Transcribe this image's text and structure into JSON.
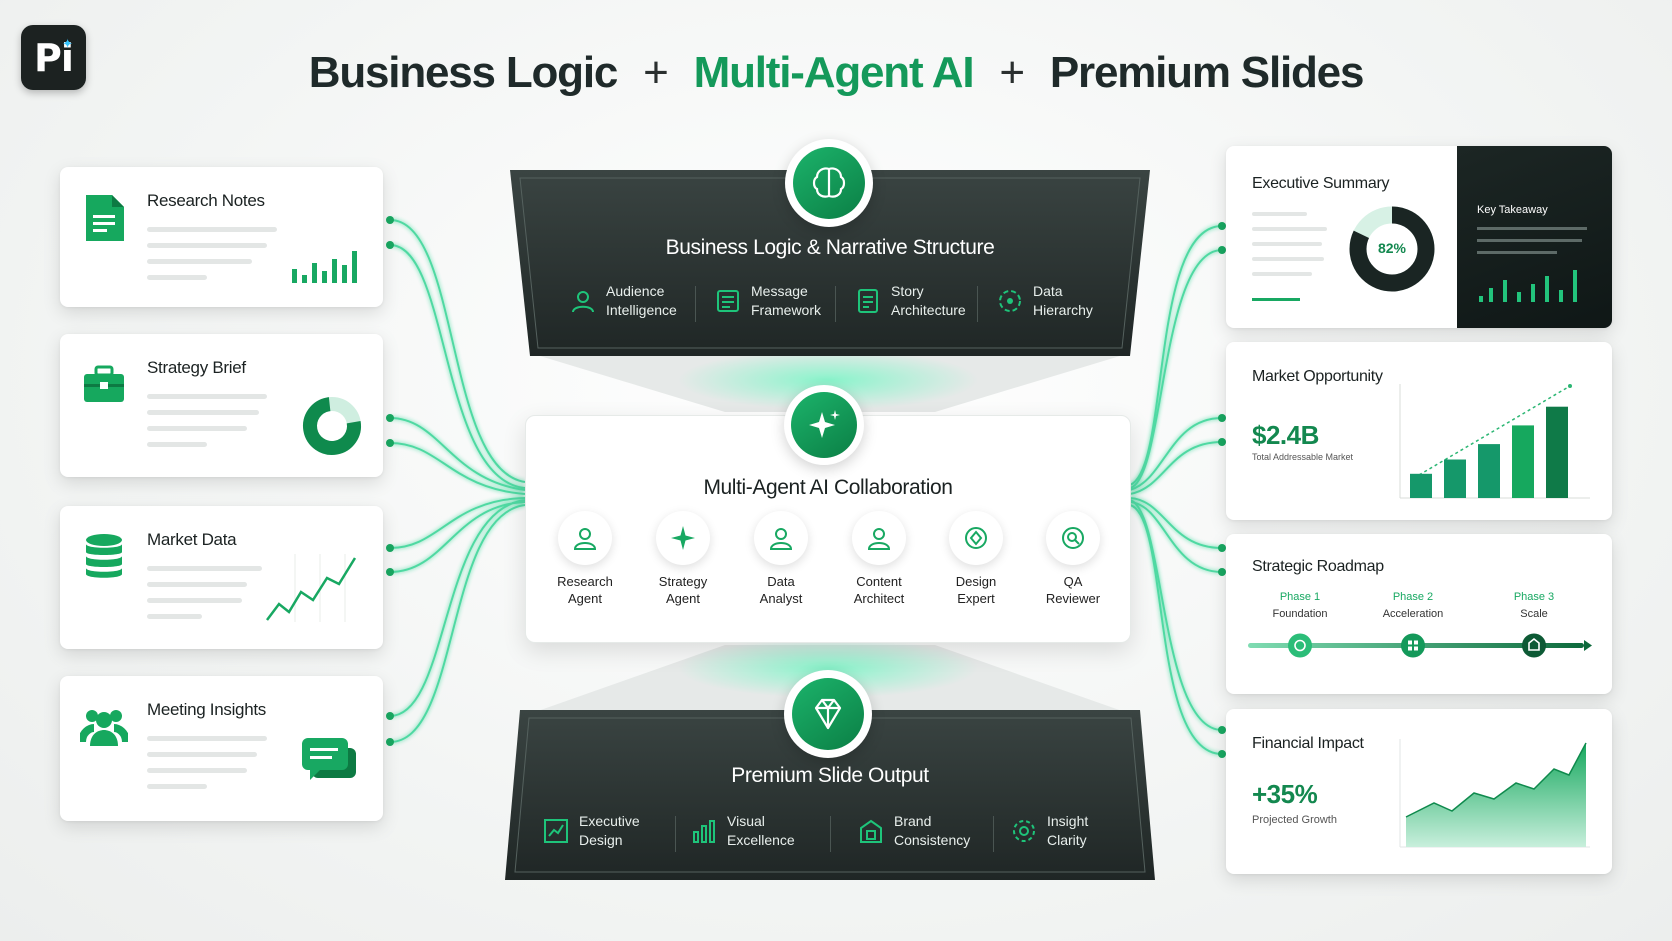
{
  "logo": {
    "text": "Pi"
  },
  "headline": {
    "part1": "Business Logic",
    "plus1": "+",
    "part2": "Multi-Agent AI",
    "plus2": "+",
    "part3": "Premium Slides"
  },
  "inputs": [
    {
      "title": "Research Notes",
      "icon": "document-icon"
    },
    {
      "title": "Strategy Brief",
      "icon": "briefcase-icon"
    },
    {
      "title": "Market Data",
      "icon": "database-icon"
    },
    {
      "title": "Meeting Insights",
      "icon": "people-icon"
    }
  ],
  "top_panel": {
    "title": "Business Logic & Narrative Structure",
    "features": [
      {
        "line1": "Audience",
        "line2": "Intelligence",
        "icon": "user-target-icon"
      },
      {
        "line1": "Message",
        "line2": "Framework",
        "icon": "list-icon"
      },
      {
        "line1": "Story",
        "line2": "Architecture",
        "icon": "story-icon"
      },
      {
        "line1": "Data",
        "line2": "Hierarchy",
        "icon": "hierarchy-icon"
      }
    ]
  },
  "mid_panel": {
    "title": "Multi-Agent AI Collaboration",
    "agents": [
      {
        "line1": "Research",
        "line2": "Agent",
        "icon": "user-icon"
      },
      {
        "line1": "Strategy",
        "line2": "Agent",
        "icon": "sparkle-icon"
      },
      {
        "line1": "Data",
        "line2": "Analyst",
        "icon": "user-icon"
      },
      {
        "line1": "Content",
        "line2": "Architect",
        "icon": "user-icon"
      },
      {
        "line1": "Design",
        "line2": "Expert",
        "icon": "design-icon"
      },
      {
        "line1": "QA",
        "line2": "Reviewer",
        "icon": "search-check-icon"
      }
    ]
  },
  "bottom_panel": {
    "title": "Premium Slide Output",
    "features": [
      {
        "line1": "Executive",
        "line2": "Design",
        "icon": "chart-up-icon"
      },
      {
        "line1": "Visual",
        "line2": "Excellence",
        "icon": "bar-chart-icon"
      },
      {
        "line1": "Brand",
        "line2": "Consistency",
        "icon": "brand-icon"
      },
      {
        "line1": "Insight",
        "line2": "Clarity",
        "icon": "insight-icon"
      }
    ]
  },
  "outputs": {
    "exec_summary": {
      "title": "Executive Summary",
      "donut_value": "82%",
      "donut_fraction": 0.82,
      "takeaway": "Key Takeaway"
    },
    "market": {
      "title": "Market Opportunity",
      "value": "$2.4B",
      "caption": "Total Addressable Market",
      "bars": [
        0.22,
        0.35,
        0.49,
        0.66,
        0.83
      ]
    },
    "roadmap": {
      "title": "Strategic Roadmap",
      "phases": [
        {
          "phase": "Phase 1",
          "name": "Foundation"
        },
        {
          "phase": "Phase 2",
          "name": "Acceleration"
        },
        {
          "phase": "Phase 3",
          "name": "Scale"
        }
      ]
    },
    "financial": {
      "title": "Financial Impact",
      "value": "+35%",
      "caption": "Projected Growth"
    }
  },
  "colors": {
    "accent": "#14995a",
    "dark_panel": "#252c2b",
    "glow": "#4fe0a8"
  }
}
